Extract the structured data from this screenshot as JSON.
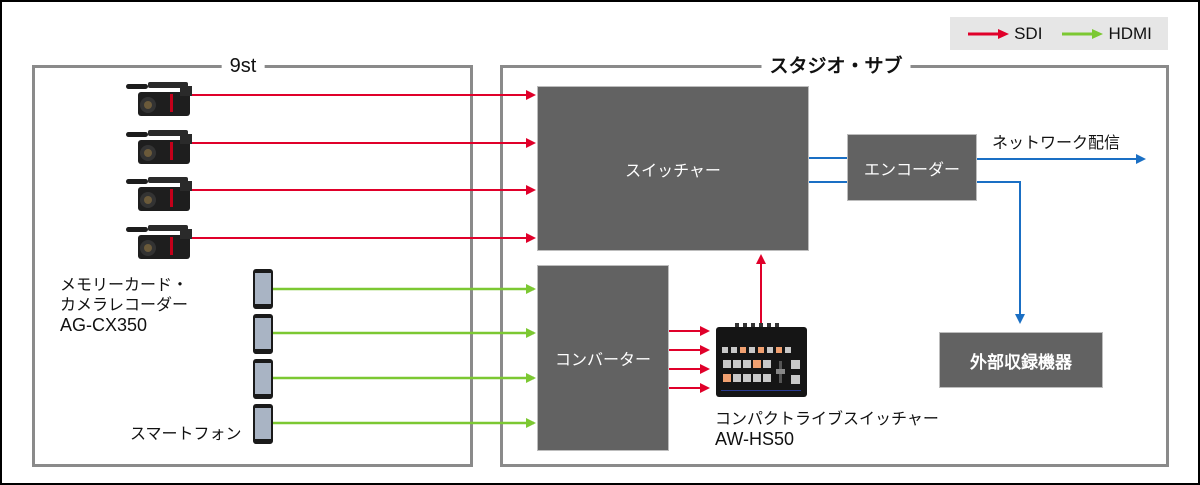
{
  "legend": {
    "items": [
      {
        "label": "SDI",
        "color": "#e0002a",
        "icon": "red-arrow-icon"
      },
      {
        "label": "HDMI",
        "color": "#7cc832",
        "icon": "green-arrow-icon"
      }
    ]
  },
  "groups": {
    "left": {
      "title": "9st"
    },
    "right": {
      "title": "スタジオ・サブ"
    }
  },
  "devices": {
    "camera": {
      "count": 4,
      "label_lines": [
        "メモリーカード・",
        "カメラレコーダー",
        "AG-CX350"
      ],
      "icon": "camcorder-icon"
    },
    "phone": {
      "count": 4,
      "label": "スマートフォン",
      "icon": "smartphone-icon"
    },
    "compact_switcher": {
      "label_lines": [
        "コンパクトライブスイッチャー",
        "AW-HS50"
      ],
      "icon": "live-switcher-icon"
    }
  },
  "boxes": {
    "switcher": "スイッチャー",
    "encoder": "エンコーダー",
    "converter": "コンバーター",
    "recorder": "外部収録機器"
  },
  "outputs": {
    "network": "ネットワーク配信"
  },
  "colors": {
    "sdi": "#e0002a",
    "hdmi": "#7cc832",
    "network": "#1a6fc4",
    "box": "#626262",
    "group_border": "#8a8a8a",
    "legend_bg": "#e6e6e6"
  }
}
